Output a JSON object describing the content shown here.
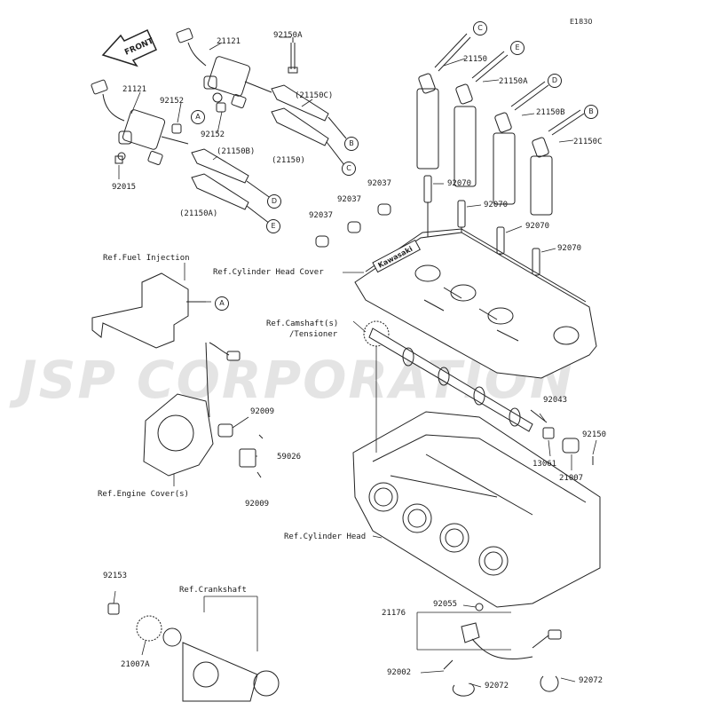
{
  "figure_id": "E1830",
  "watermark": "JSP CORPORATION",
  "front_arrow": {
    "label": "FRONT"
  },
  "cover_brand": "Kawasaki",
  "refs": {
    "fuel_injection": "Ref.Fuel Injection",
    "cylinder_head_cover": "Ref.Cylinder Head Cover",
    "camshaft_line1": "Ref.Camshaft(s)",
    "camshaft_line2": "/Tensioner",
    "engine_cover": "Ref.Engine Cover(s)",
    "cylinder_head": "Ref.Cylinder Head",
    "crankshaft": "Ref.Crankshaft"
  },
  "parts": {
    "p21121_top": "21121",
    "p92150a": "92150A",
    "p21121_left": "21121",
    "p92152_a": "92152",
    "p92152_b": "92152",
    "p21150c_paren": "(21150C)",
    "p21150b_paren": "(21150B)",
    "p21150_paren": "(21150)",
    "p92015": "92015",
    "p21150a_paren": "(21150A)",
    "p21150": "21150",
    "p21150a": "21150A",
    "p21150b": "21150B",
    "p21150c": "21150C",
    "p92070_1": "92070",
    "p92070_2": "92070",
    "p92070_3": "92070",
    "p92070_4": "92070",
    "p92037_1": "92037",
    "p92037_2": "92037",
    "p92037_3": "92037",
    "p92009_top": "92009",
    "p59026": "59026",
    "p92009_bot": "92009",
    "p92043": "92043",
    "p92150": "92150",
    "p13061": "13061",
    "p21007": "21007",
    "p92153": "92153",
    "p21007a": "21007A",
    "p21176": "21176",
    "p92055": "92055",
    "p92002": "92002",
    "p92072_1": "92072",
    "p92072_2": "92072"
  },
  "callouts": {
    "c_top": "C",
    "e_top": "E",
    "d_top": "D",
    "b_top": "B",
    "a_left": "A",
    "b_mid": "B",
    "c_mid": "C",
    "d_mid": "D",
    "e_mid": "E",
    "a_bracket": "A"
  }
}
